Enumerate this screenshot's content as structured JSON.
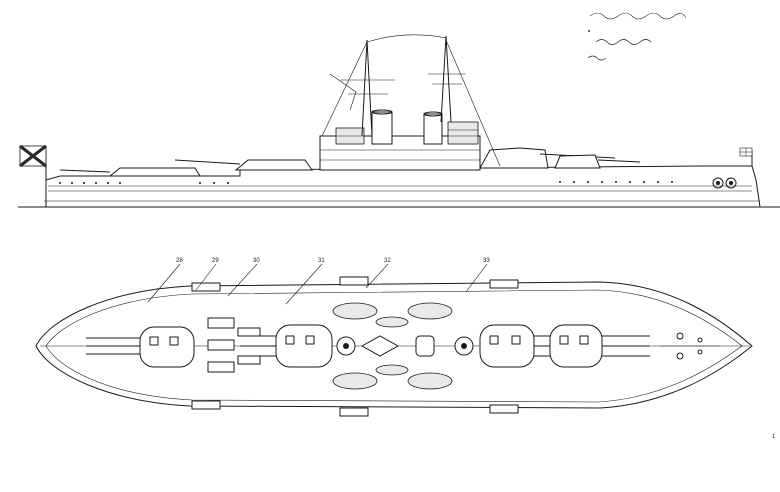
{
  "drawing": {
    "callouts": [
      "28",
      "29",
      "30",
      "31",
      "32",
      "33"
    ],
    "side_corner_mark": "1"
  },
  "colors": {
    "ink": "#1a1a1a",
    "paper": "#ffffff",
    "flag": "#2a2a2a"
  },
  "icons": {
    "stern_flag": "st-andrew-ensign-icon",
    "bow_flag": "jack-flag-icon"
  }
}
